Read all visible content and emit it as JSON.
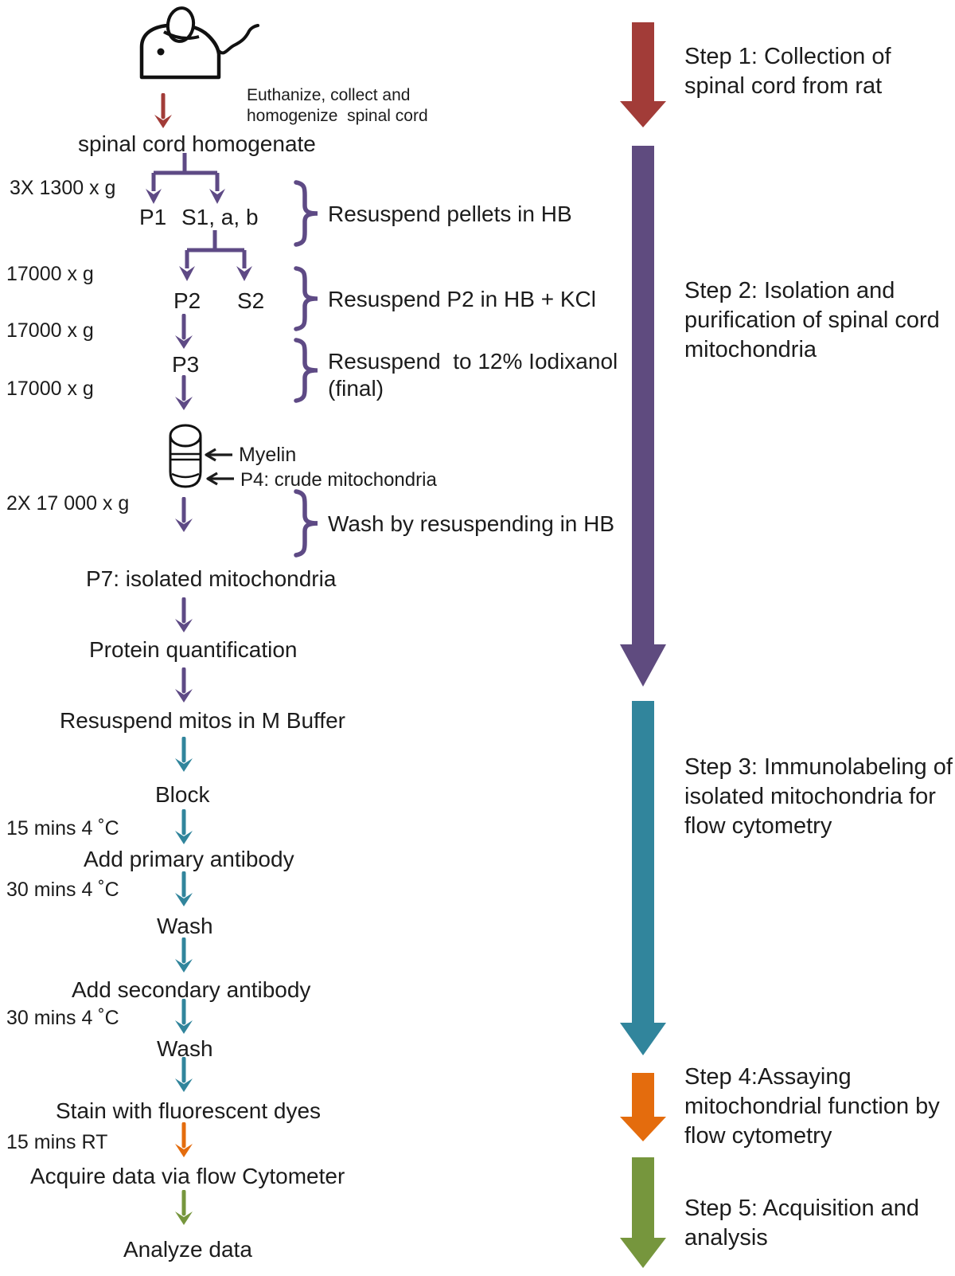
{
  "colors": {
    "red": "#a23c38",
    "purple": "#5f4b7f",
    "purplethin": "#5e4a85",
    "teal": "#31859c",
    "orange": "#e46c0d",
    "green": "#76963d",
    "ink": "#1c1c1c"
  },
  "flow": {
    "euthanize_note": "Euthanize, collect and\nhomogenize  spinal cord",
    "homogenate": "spinal cord homogenate",
    "spin1": "3X 1300 x g",
    "p1": "P1",
    "s1": "S1, a, b",
    "resuspend_pellets": "Resuspend pellets in HB",
    "spin2": "17000 x g",
    "p2": "P2",
    "s2": "S2",
    "resuspend_p2": "Resuspend P2 in HB + KCl",
    "spin3": "17000 x g",
    "p3": "P3",
    "resuspend_iodixanol": "Resuspend  to 12% Iodixanol\n(final)",
    "spin4": "17000 x g",
    "myelin": "Myelin",
    "p4": "P4: crude mitochondria",
    "spin5": "2X 17 000 x g",
    "wash_hb": "Wash by resuspending in HB",
    "p7": "P7: isolated mitochondria",
    "protein": "Protein quantification",
    "resuspend_m": "Resuspend mitos in M Buffer",
    "block": "Block",
    "time_block": "15 mins 4 ˚C",
    "add_primary": "Add primary antibody",
    "time_primary": "30 mins 4 ˚C",
    "wash1": "Wash",
    "add_secondary": "Add secondary antibody",
    "time_secondary": "30 mins 4 ˚C",
    "wash2": "Wash",
    "stain": "Stain with fluorescent dyes",
    "time_stain": "15 mins RT",
    "acquire": "Acquire data via flow Cytometer",
    "analyze": "Analyze data"
  },
  "steps": [
    {
      "label": "Step 1: Collection of\nspinal cord from rat"
    },
    {
      "label": "Step 2: Isolation and\npurification of spinal cord\nmitochondria"
    },
    {
      "label": "Step 3: Immunolabeling of\nisolated mitochondria for\nflow cytometry"
    },
    {
      "label": "Step 4:Assaying\nmitochondrial function by\nflow cytometry"
    },
    {
      "label": "Step 5: Acquisition and\nanalysis"
    }
  ]
}
